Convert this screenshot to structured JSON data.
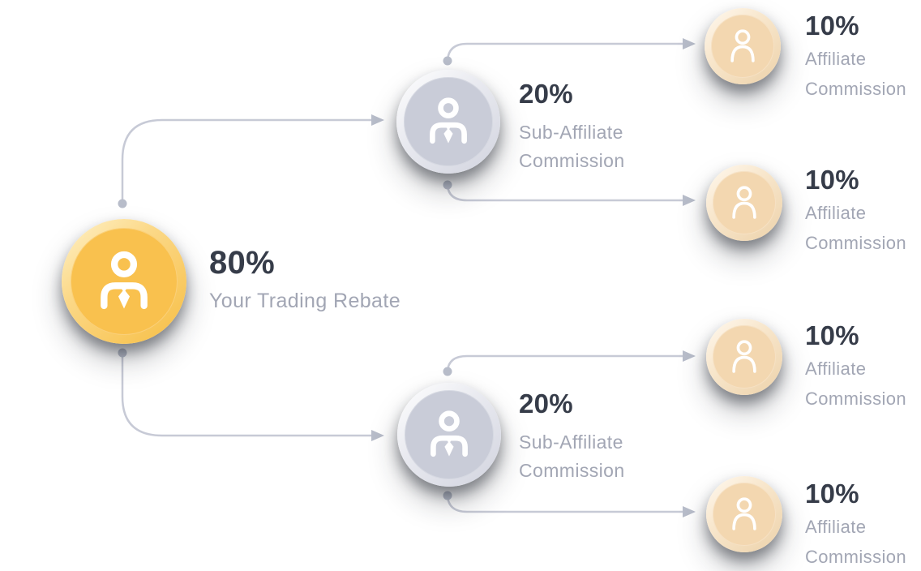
{
  "diagram": {
    "title": "Affiliate commission structure tree",
    "root": {
      "pct": "80%",
      "label": "Your Trading Rebate"
    },
    "sub_affiliates": [
      {
        "pct": "20%",
        "label_line1": "Sub-Affiliate",
        "label_line2": "Commission"
      },
      {
        "pct": "20%",
        "label_line1": "Sub-Affiliate",
        "label_line2": "Commission"
      }
    ],
    "affiliates": [
      {
        "pct": "10%",
        "label_line1": "Affiliate",
        "label_line2": "Commission"
      },
      {
        "pct": "10%",
        "label_line1": "Affiliate",
        "label_line2": "Commission"
      },
      {
        "pct": "10%",
        "label_line1": "Affiliate",
        "label_line2": "Commission"
      },
      {
        "pct": "10%",
        "label_line1": "Affiliate",
        "label_line2": "Commission"
      }
    ],
    "edges": [
      "root -> sub1",
      "root -> sub2",
      "sub1 -> aff1",
      "sub1 -> aff2",
      "sub2 -> aff3",
      "sub2 -> aff4"
    ],
    "colors": {
      "root_circle": "#F9C14E",
      "sub_circle": "#C9CCD8",
      "affiliate_circle": "#F3D7B0",
      "pct_text": "#363C49",
      "label_text": "#A2A6B4",
      "connector_line": "#C7CAD6",
      "connector_marker": "#B8BDCA",
      "background": "#FFFFFF"
    }
  }
}
